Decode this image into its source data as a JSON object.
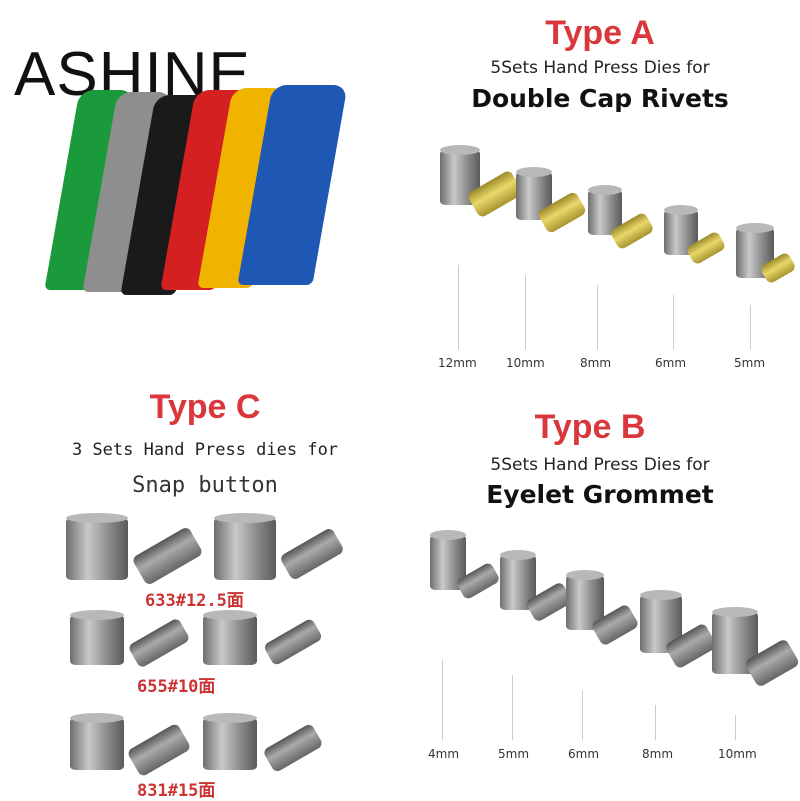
{
  "brand": "ASHINE",
  "presses": {
    "colors": [
      "#1a9a3a",
      "#8e8e8e",
      "#1a1a1a",
      "#d42020",
      "#f0b400",
      "#1f57b5"
    ]
  },
  "type_a": {
    "title": "Type A",
    "subtitle": "5Sets Hand Press Dies for",
    "heading": "Double Cap Rivets",
    "sizes": [
      "12mm",
      "10mm",
      "8mm",
      "6mm",
      "5mm"
    ]
  },
  "type_b": {
    "title": "Type B",
    "subtitle": "5Sets Hand Press Dies for",
    "heading": "Eyelet Grommet",
    "sizes": [
      "4mm",
      "5mm",
      "6mm",
      "8mm",
      "10mm"
    ]
  },
  "type_c": {
    "title": "Type C",
    "subtitle": "3 Sets Hand Press dies for",
    "heading": "Snap button",
    "codes": [
      "633#12.5面",
      "655#10面",
      "831#15面"
    ]
  }
}
